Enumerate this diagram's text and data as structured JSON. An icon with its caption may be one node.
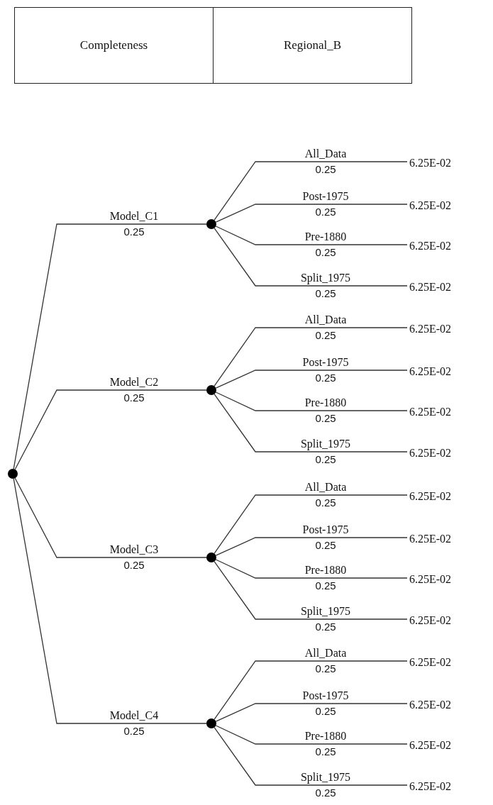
{
  "diagram": {
    "nodes": [
      {
        "text": [
          "Completeness"
        ]
      },
      {
        "text": [
          "Regional_B"
        ]
      },
      {
        "text": [],
        "shape": "circle"
      },
      {
        "text": [],
        "shape": "circle"
      },
      {
        "text": [
          "6.25E-02"
        ]
      },
      {
        "text": [
          "6.25E-02"
        ]
      },
      {
        "text": [
          "6.25E-02"
        ]
      },
      {
        "text": [
          "6.25E-02"
        ]
      },
      {
        "text": [],
        "shape": "circle"
      },
      {
        "text": [
          "6.25E-02"
        ]
      },
      {
        "text": [
          "6.25E-02"
        ]
      },
      {
        "text": [
          "6.25E-02"
        ]
      },
      {
        "text": [
          "6.25E-02"
        ]
      },
      {
        "text": [],
        "shape": "circle"
      },
      {
        "text": [
          "6.25E-02"
        ]
      },
      {
        "text": [
          "6.25E-02"
        ]
      },
      {
        "text": [
          "6.25E-02"
        ]
      },
      {
        "text": [
          "6.25E-02"
        ]
      },
      {
        "text": [],
        "shape": "circle"
      },
      {
        "text": [
          "6.25E-02"
        ]
      },
      {
        "text": [
          "6.25E-02"
        ]
      },
      {
        "text": [
          "6.25E-02"
        ]
      },
      {
        "text": [
          "6.25E-02"
        ]
      }
    ],
    "edges": [
      {
        "from": 2,
        "to": 3,
        "arrow": "none",
        "label": "Model_C1"
      },
      {
        "from": 3,
        "to": 4,
        "arrow": "none",
        "label": "All_Data"
      },
      {
        "from": 3,
        "to": 5,
        "arrow": "none",
        "label": "Post-1975"
      },
      {
        "from": 3,
        "to": 6,
        "arrow": "none",
        "label": "Pre-1880"
      },
      {
        "from": 3,
        "to": 7,
        "arrow": "none",
        "label": "Split_1975"
      },
      {
        "from": 2,
        "to": 8,
        "arrow": "none",
        "label": "Model_C2"
      },
      {
        "from": 8,
        "to": 9,
        "arrow": "none",
        "label": "All_Data"
      },
      {
        "from": 8,
        "to": 10,
        "arrow": "none",
        "label": "Post-1975"
      },
      {
        "from": 8,
        "to": 11,
        "arrow": "none",
        "label": "Pre-1880"
      },
      {
        "from": 8,
        "to": 12,
        "arrow": "none",
        "label": "Split_1975"
      },
      {
        "from": 2,
        "to": 13,
        "arrow": "none",
        "label": "Model_C3"
      },
      {
        "from": 13,
        "to": 14,
        "arrow": "none",
        "label": "All_Data"
      },
      {
        "from": 13,
        "to": 15,
        "arrow": "none",
        "label": "Post-1975"
      },
      {
        "from": 13,
        "to": 16,
        "arrow": "none",
        "label": "Pre-1880"
      },
      {
        "from": 13,
        "to": 17,
        "arrow": "none",
        "label": "Split_1975"
      },
      {
        "from": 2,
        "to": 18,
        "arrow": "none",
        "label": "Model_C4"
      },
      {
        "from": 18,
        "to": 19,
        "arrow": "none",
        "label": "All_Data"
      },
      {
        "from": 18,
        "to": 20,
        "arrow": "none",
        "label": "Post-1975"
      },
      {
        "from": 18,
        "to": 21,
        "arrow": "none",
        "label": "Pre-1880"
      },
      {
        "from": 18,
        "to": 22,
        "arrow": "none",
        "label": "Split_1975"
      }
    ],
    "labels": [
      "0.25",
      "0.25",
      "0.25",
      "0.25",
      "0.25",
      "0.25",
      "0.25",
      "0.25",
      "0.25",
      "0.25",
      "0.25",
      "0.25",
      "0.25",
      "0.25",
      "0.25",
      "0.25",
      "0.25",
      "0.25",
      "0.25",
      "0.25"
    ]
  }
}
